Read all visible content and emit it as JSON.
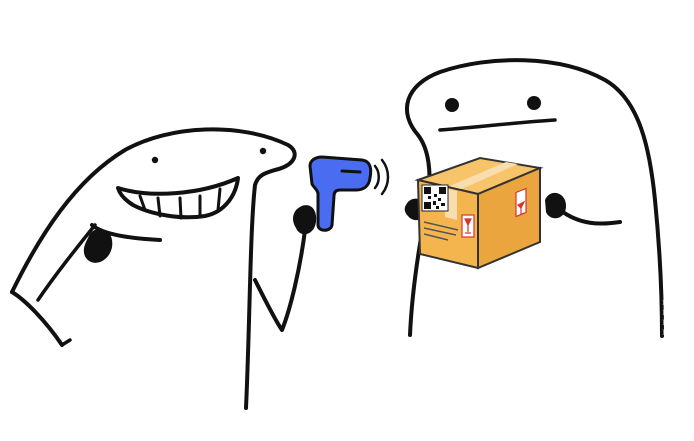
{
  "scene": {
    "characters": [
      {
        "name": "left-blob",
        "mood": "grinning"
      },
      {
        "name": "right-blob",
        "mood": "neutral"
      }
    ],
    "props": {
      "scanner_color": "#4a6cf0",
      "box_color": "#f4b54f",
      "box_tape_color": "#f8ddb0",
      "label_color": "#d9342b"
    }
  }
}
